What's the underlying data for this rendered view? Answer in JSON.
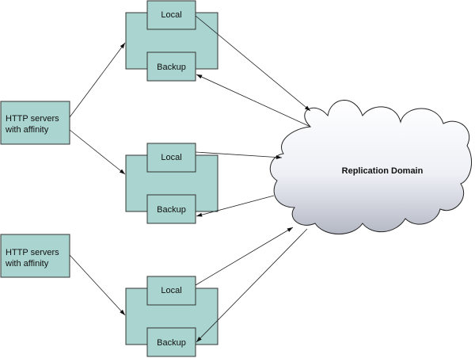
{
  "servers": [
    {
      "line1": "HTTP servers",
      "line2": "with affinity"
    },
    {
      "line1": "HTTP servers",
      "line2": "with affinity"
    }
  ],
  "nodes": [
    {
      "local": "Local",
      "backup": "Backup"
    },
    {
      "local": "Local",
      "backup": "Backup"
    },
    {
      "local": "Local",
      "backup": "Backup"
    }
  ],
  "cloud": {
    "label": "Replication Domain"
  },
  "colors": {
    "box_fill": "#a9d4cf",
    "line": "#222222"
  }
}
